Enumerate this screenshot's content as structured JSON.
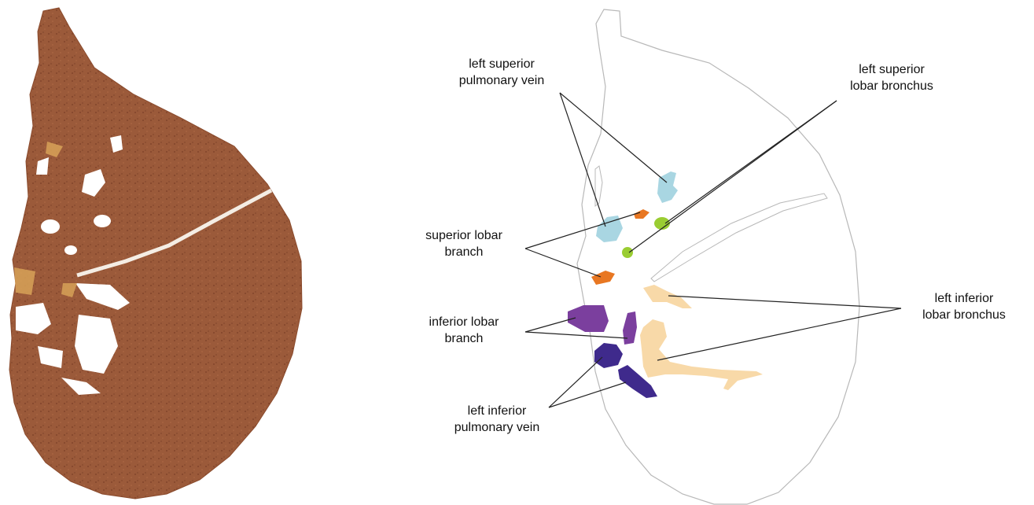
{
  "labels": {
    "left_superior_pulmonary_vein": [
      "left superior",
      "pulmonary vein"
    ],
    "left_superior_lobar_bronchus": [
      "left superior",
      "lobar bronchus"
    ],
    "superior_lobar_branch": [
      "superior lobar",
      "branch"
    ],
    "inferior_lobar_branch": [
      "inferior lobar",
      "branch"
    ],
    "left_inferior_lobar_bronchus": [
      "left inferior",
      "lobar bronchus"
    ],
    "left_inferior_pulmonary_vein": [
      "left inferior",
      "pulmonary vein"
    ]
  },
  "colors": {
    "tissue": "#9b5a3a",
    "tissue_dark": "#7a3f26",
    "outline": "#b8b8b8",
    "leader_line": "#222222",
    "superior_pulmonary_vein": "#a9d6e2",
    "superior_lobar_bronchus": "#9acd32",
    "superior_lobar_branch": "#e87722",
    "inferior_lobar_branch": "#7b3f9e",
    "inferior_lobar_bronchus": "#f8d9a8",
    "inferior_pulmonary_vein": "#3f2a8c"
  }
}
